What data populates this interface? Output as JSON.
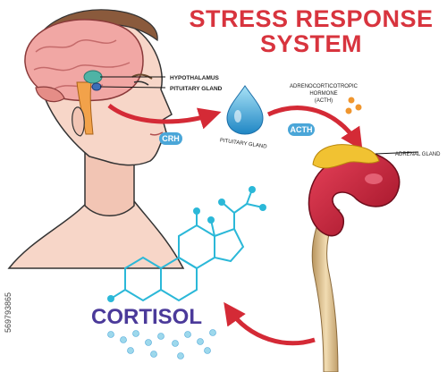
{
  "title": {
    "line1": "STRESS RESPONSE",
    "line2": "SYSTEM"
  },
  "labels": {
    "hypothalamus": "HYPOTHALAMUS",
    "pituitary_gland": "PITUITARY GLAND",
    "pituitary_gland_small": "PITUITARY GLAND",
    "acth_line1": "ADRENOCORTICOTROPIC",
    "acth_line2": "HORMONE",
    "acth_line3": "(ACTH)",
    "adrenal_gland": "ADRENAL GLAND",
    "crh": "CRH",
    "acth": "ACTH",
    "cortisol": "CORTISOL"
  },
  "side_id": "569793865",
  "colors": {
    "title": "#d8343e",
    "arrow": "#d42a36",
    "bubble": "#4aa6d8",
    "cortisol_text": "#4b3a9a",
    "molecule": "#2bb8d8",
    "kidney": "#c8213a",
    "adrenal": "#f1c232",
    "skin": "#f7d6c8",
    "hair": "#8a5a3c"
  }
}
